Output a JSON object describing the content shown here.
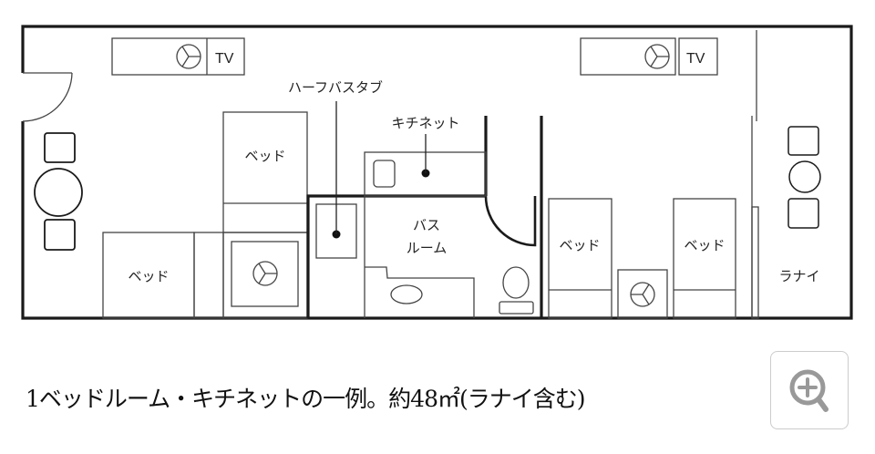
{
  "floorplan": {
    "labels": {
      "tv_left": "TV",
      "tv_right": "TV",
      "half_bathtub": "ハーフバスタブ",
      "kitchenette": "キチネット",
      "bed_upper_left": "ベッド",
      "bed_lower_left": "ベッド",
      "bathroom_line1": "バス",
      "bathroom_line2": "ルーム",
      "bed_right_1": "ベッド",
      "bed_right_2": "ベッド",
      "lanai": "ラナイ"
    }
  },
  "caption": "1ベッドルーム・キチネットの一例。約48㎡(ラナイ含む)",
  "zoom_button": {
    "icon": "zoom-in-icon"
  }
}
